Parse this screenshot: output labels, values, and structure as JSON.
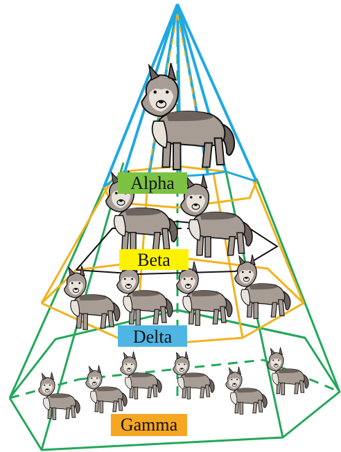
{
  "colors": {
    "alpha_lines": "#1fa9e1",
    "beta_lines": "#f2b21c",
    "delta_lines": "#f2b21c",
    "gamma_lines": "#22a85a",
    "inner_black": "#111111",
    "alpha_label_bg": "#7cc242",
    "beta_label_bg": "#fff200",
    "delta_label_bg": "#4fb6e3",
    "gamma_label_bg": "#f5a623",
    "wolf_fur": "#a79d95",
    "wolf_dark": "#6e625c",
    "wolf_outline": "#111111",
    "wolf_light": "#e9e3dc"
  },
  "levels": [
    {
      "key": "alpha",
      "label": "Alpha",
      "wolf_count": 1
    },
    {
      "key": "beta",
      "label": "Beta",
      "wolf_count": 2
    },
    {
      "key": "delta",
      "label": "Delta",
      "wolf_count": 4
    },
    {
      "key": "gamma",
      "label": "Gamma",
      "wolf_count": 6
    }
  ],
  "icons": {
    "wolf": "wolf-icon"
  }
}
